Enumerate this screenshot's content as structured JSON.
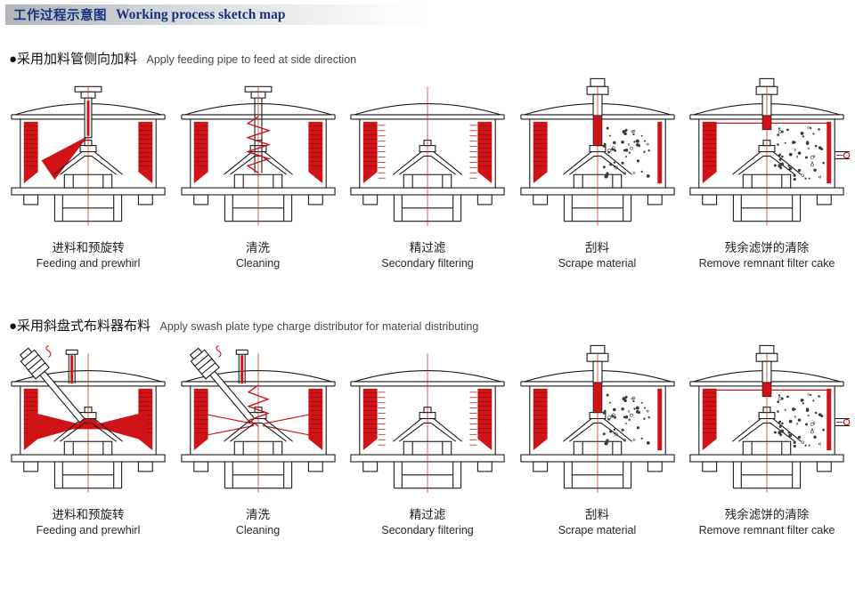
{
  "header": {
    "title_cn": "工作过程示意图",
    "title_en": "Working process sketch map"
  },
  "colors": {
    "accent_red": "#cf1316",
    "title_blue": "#16337f"
  },
  "sections": [
    {
      "heading_cn": "●采用加料管侧向加料",
      "heading_en": "Apply feeding pipe to feed at side direction",
      "stages": [
        {
          "label_cn": "进料和预旋转",
          "label_en": "Feeding and prewhirl",
          "type": "feed-pipe"
        },
        {
          "label_cn": "清洗",
          "label_en": "Cleaning",
          "type": "clean-pipe"
        },
        {
          "label_cn": "精过滤",
          "label_en": "Secondary filtering",
          "type": "filtering"
        },
        {
          "label_cn": "刮料",
          "label_en": "Scrape material",
          "type": "scrape"
        },
        {
          "label_cn": "残余滤饼的清除",
          "label_en": "Remove remnant filter cake",
          "type": "remove-cake"
        }
      ]
    },
    {
      "heading_cn": "●采用斜盘式布料器布料",
      "heading_en": "Apply swash plate type charge distributor for material distributing",
      "stages": [
        {
          "label_cn": "进料和预旋转",
          "label_en": "Feeding and prewhirl",
          "type": "swash-feed"
        },
        {
          "label_cn": "清洗",
          "label_en": "Cleaning",
          "type": "swash-clean"
        },
        {
          "label_cn": "精过滤",
          "label_en": "Secondary filtering",
          "type": "filtering"
        },
        {
          "label_cn": "刮料",
          "label_en": "Scrape material",
          "type": "scrape"
        },
        {
          "label_cn": "残余滤饼的清除",
          "label_en": "Remove remnant filter cake",
          "type": "remove-cake"
        }
      ]
    }
  ]
}
